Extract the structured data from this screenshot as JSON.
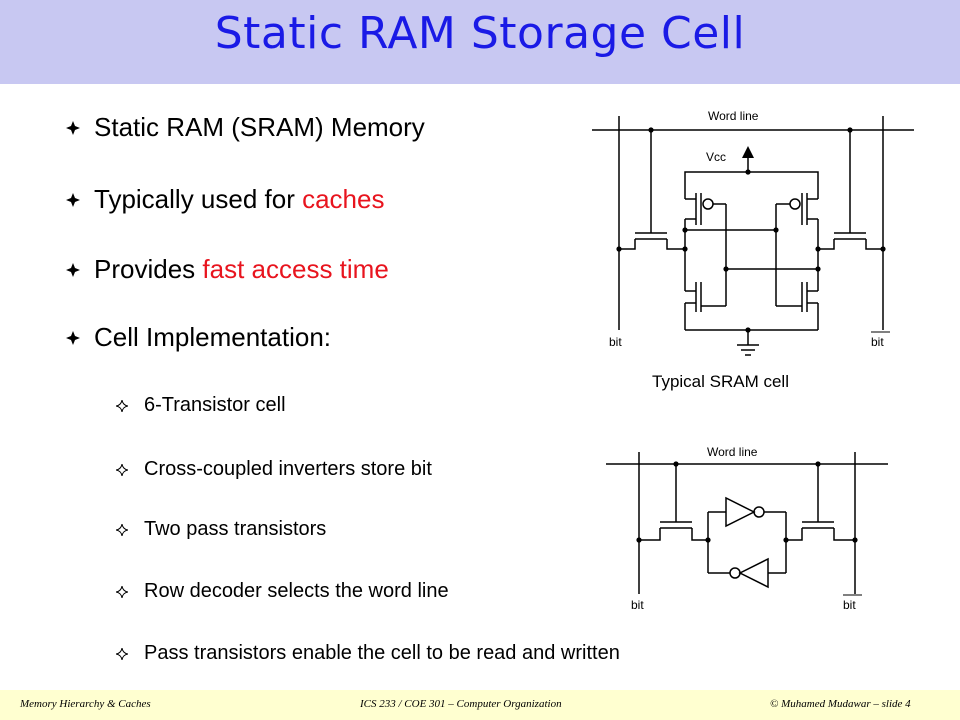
{
  "slide": {
    "title": "Static RAM Storage Cell",
    "bullets": [
      {
        "plain": "Static RAM (SRAM) Memory",
        "red": ""
      },
      {
        "plain": "Typically used for ",
        "red": "caches"
      },
      {
        "plain": "Provides ",
        "red": "fast access time"
      },
      {
        "plain": "Cell Implementation:",
        "red": ""
      }
    ],
    "sub_bullets": [
      "6-Transistor cell",
      "Cross-coupled inverters store bit",
      "Two pass transistors",
      "Row decoder selects the word line",
      "Pass transistors enable the cell to be read and written"
    ]
  },
  "diagram_top": {
    "word_line": "Word line",
    "vcc": "Vcc",
    "bit": "bit",
    "bit_bar": "bit",
    "caption": "Typical SRAM cell"
  },
  "diagram_bottom": {
    "word_line": "Word line",
    "bit": "bit",
    "bit_bar": "bit"
  },
  "footer": {
    "left": "Memory Hierarchy & Caches",
    "center": "ICS 233 / COE 301 – Computer Organization",
    "right": "© Muhamed Mudawar – slide 4"
  },
  "colors": {
    "title": "#1a1ae6",
    "title_bar": "#c8c8f2",
    "highlight": "#e8141e",
    "footer_bar": "#ffffd0"
  }
}
